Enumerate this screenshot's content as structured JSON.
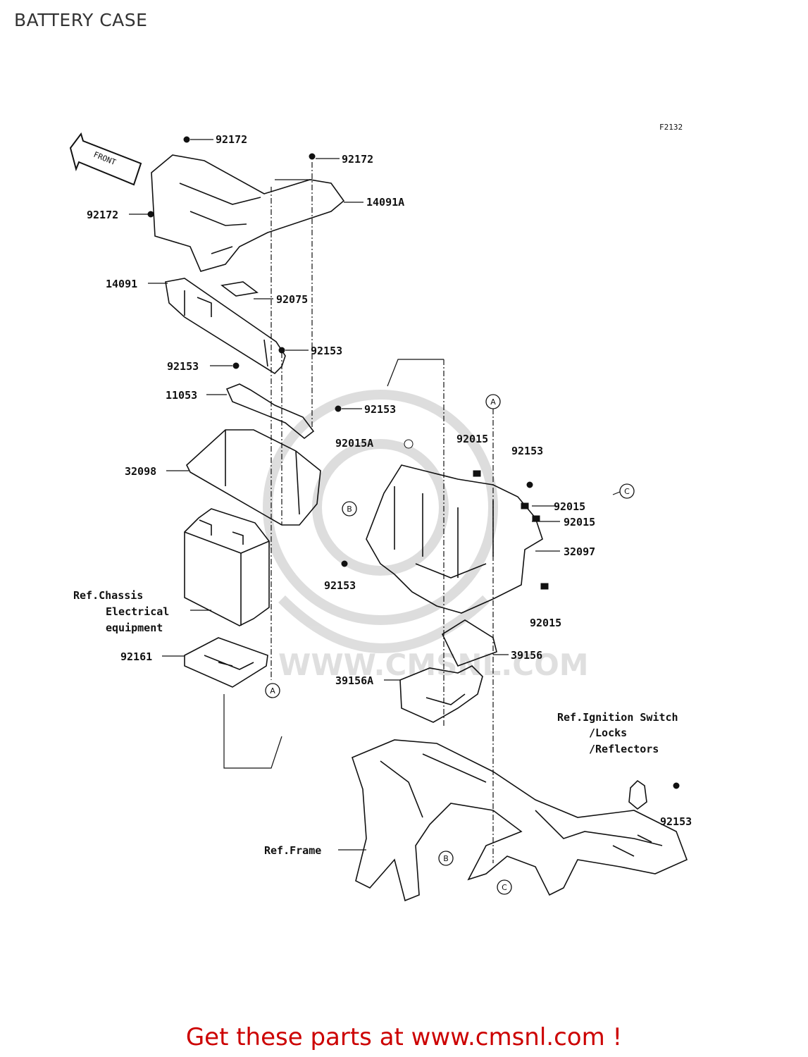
{
  "title": "BATTERY CASE",
  "figure_code": "F2132",
  "front_label": "FRONT",
  "watermark": "WWW.CMSNL.COM",
  "parts": {
    "p92172_a": "92172",
    "p92172_b": "92172",
    "p92172_c": "92172",
    "p14091A": "14091A",
    "p14091": "14091",
    "p92075": "92075",
    "p92153_a": "92153",
    "p92153_b": "92153",
    "p92153_c": "92153",
    "p92153_d": "92153",
    "p92153_e": "92153",
    "p92153_f": "92153",
    "p11053": "11053",
    "p32098": "32098",
    "p92015A": "92015A",
    "p92015_a": "92015",
    "p92015_b": "92015",
    "p92015_c": "92015",
    "p92015_d": "92015",
    "p32097": "32097",
    "p39156": "39156",
    "p39156A": "39156A",
    "p92161": "92161"
  },
  "refs": {
    "chassis_1": "Ref.Chassis",
    "chassis_2": "Electrical",
    "chassis_3": "equipment",
    "ignition_1": "Ref.Ignition Switch",
    "ignition_2": "/Locks",
    "ignition_3": "/Reflectors",
    "frame": "Ref.Frame"
  },
  "callouts": {
    "a1": "A",
    "a2": "A",
    "b1": "B",
    "b2": "B",
    "c1": "C",
    "c2": "C"
  },
  "footer": "Get these parts at www.cmsnl.com !"
}
